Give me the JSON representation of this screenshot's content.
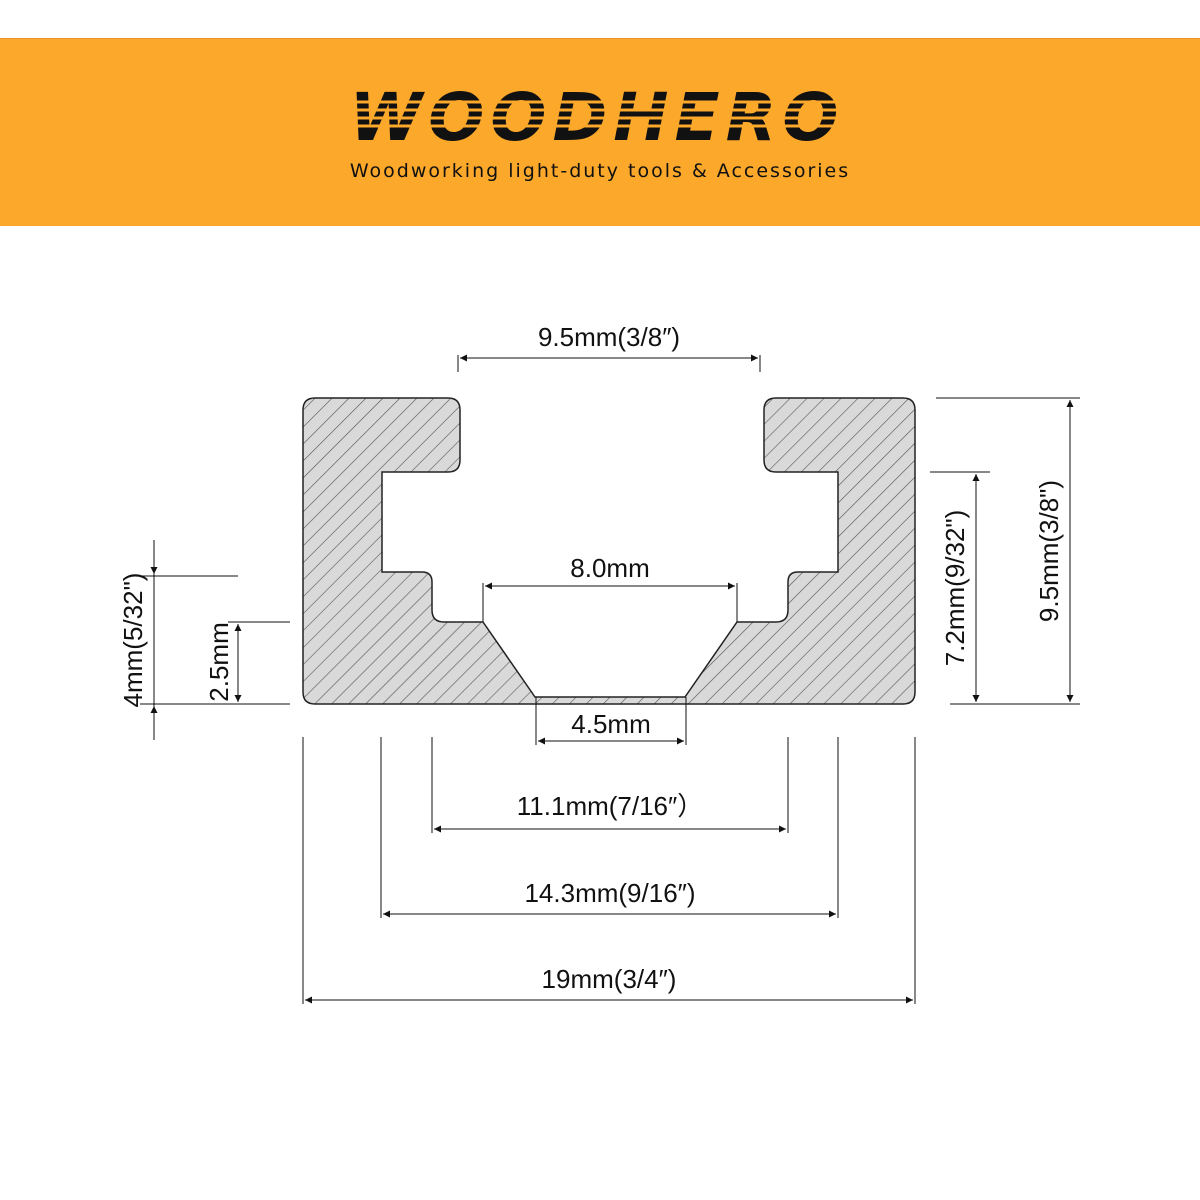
{
  "header": {
    "brand": "WOODHERO",
    "tagline": "Woodworking light-duty tools & Accessories"
  },
  "colors": {
    "header_bg": "#fca82a",
    "profile_fill": "#d9d9d9",
    "hatch": "#555555",
    "line": "#111111"
  },
  "dimensions": {
    "top_opening": "9.5mm(3/8″)",
    "inner_top": "8.0mm",
    "bottom_slot": "4.5mm",
    "width_inner": "11.1mm(7/16″）",
    "width_mid": "14.3mm(9/16″)",
    "width_total": "19mm(3/4″)",
    "height_total": "9.5mm(3/8\")",
    "height_inner": "7.2mm(9/32\")",
    "height_base": "4mm(5/32\")",
    "height_countersink": "2.5mm"
  }
}
